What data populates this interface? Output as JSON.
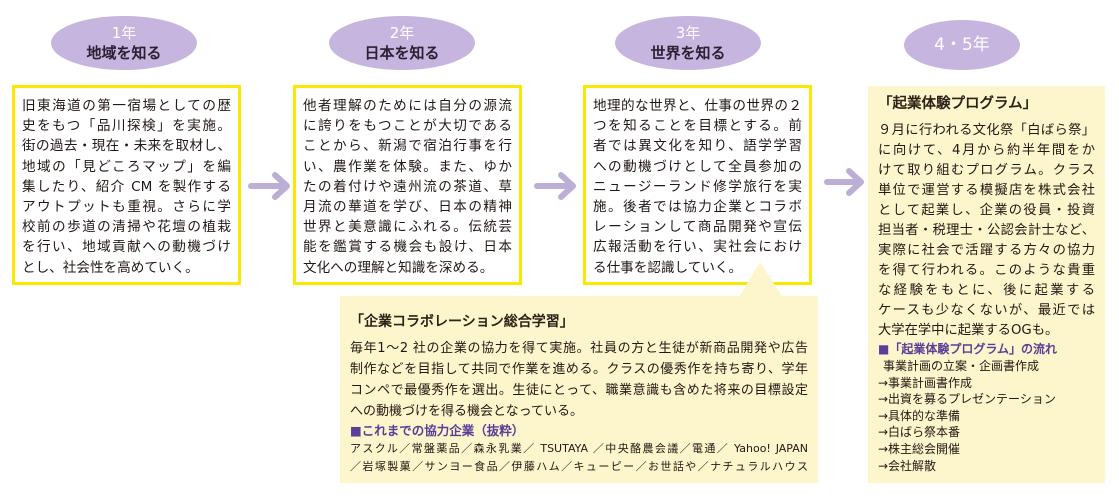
{
  "stages": [
    {
      "year": "1年",
      "theme": "地域を知る",
      "lines": [
        "旧東海道の第一宿場としての歴",
        "史をもつ「品川探検」を実施。",
        "街の過去・現在・未来を取材し、",
        "地域の「見どころマップ」を編",
        "集したり、紹介 CM を製作する",
        "アウトプットも重視。さらに学",
        "校前の歩道の清掃や花壇の植栽",
        "を行い、地域貢献への動機づけ",
        "とし、社会性を高めていく。"
      ]
    },
    {
      "year": "2年",
      "theme": "日本を知る",
      "lines": [
        "他者理解のためには自分の源流",
        "に誇りをもつことが大切である",
        "ことから、新潟で宿泊行事を行",
        "い、農作業を体験。また、ゆか",
        "たの着付けや遠州流の茶道、草",
        "月流の華道を学び、日本の精神",
        "世界と美意識にふれる。伝統芸",
        "能を鑑賞する機会も設け、日本",
        "文化への理解と知識を深める。"
      ]
    },
    {
      "year": "3年",
      "theme": "世界を知る",
      "lines": [
        "地理的な世界と、仕事の世界の２",
        "つを知ることを目標とする。前",
        "者では異文化を知り、語学学習",
        "への動機づけとして全員参加の",
        "ニュージーランド修学旅行を実",
        "施。後者では協力企業とコラボ",
        "レーションして商品開発や宣伝",
        "広報活動を行い、実社会におけ",
        "る仕事を認識していく。"
      ]
    },
    {
      "year": "4・5年"
    }
  ],
  "collaboration": {
    "heading": "「企業コラボレーション総合学習」",
    "lines": [
      "毎年1〜2 社の企業の協力を得て実施。社員の方と生徒が新商品開発や広告",
      "制作などを目指して共同で作業を進める。クラスの優秀作を持ち寄り、学年",
      "コンペで最優秀作を選出。生徒にとって、職業意識も含めた将来の目標設定",
      "への動機づけを得る機会となっている。"
    ],
    "partners_heading": "■これまでの協力企業（抜粋）",
    "partners_lines": [
      "アスクル／常盤薬品／森永乳業／ TSUTAYA ／中央酪農会議／電通／ Yahoo! JAPAN",
      "／岩塚製菓／サンヨー食品／伊藤ハム／キューピー／お世話や／ナチュラルハウス"
    ]
  },
  "startup_program": {
    "heading": "「起業体験プログラム」",
    "lines": [
      "９月に行われる文化祭「白ばら祭」",
      "に向けて、4月から約半年間をか",
      "けて取り組むプログラム。クラス",
      "単位で運営する模擬店を株式会社",
      "として起業し、企業の役員・投資",
      "担当者・税理士・公認会計士など、",
      "実際に社会で活躍する方々の協力",
      "を得て行われる。このような貴重",
      "な経験をもとに、後に起業する",
      "ケースも少なくないが、最近では",
      "大学在学中に起業するOGも。"
    ],
    "flow_heading": "■「起業体験プログラム」の流れ",
    "flow_steps": [
      "事業計画の立案・企画書作成",
      "→事業計画書作成",
      "→出資を募るプレゼンテーション",
      "→具体的な準備",
      "→白ばら祭本番",
      "→株主総会開催",
      "→会社解散"
    ]
  },
  "icons": {
    "stage_connector": "right-arrow-icon"
  },
  "colors": {
    "oval": "#c6b5de",
    "box_border": "#fbe800",
    "panel_bg": "#fdf5cb",
    "subheading": "#5a3e98",
    "arrow": "#bdaed6"
  }
}
